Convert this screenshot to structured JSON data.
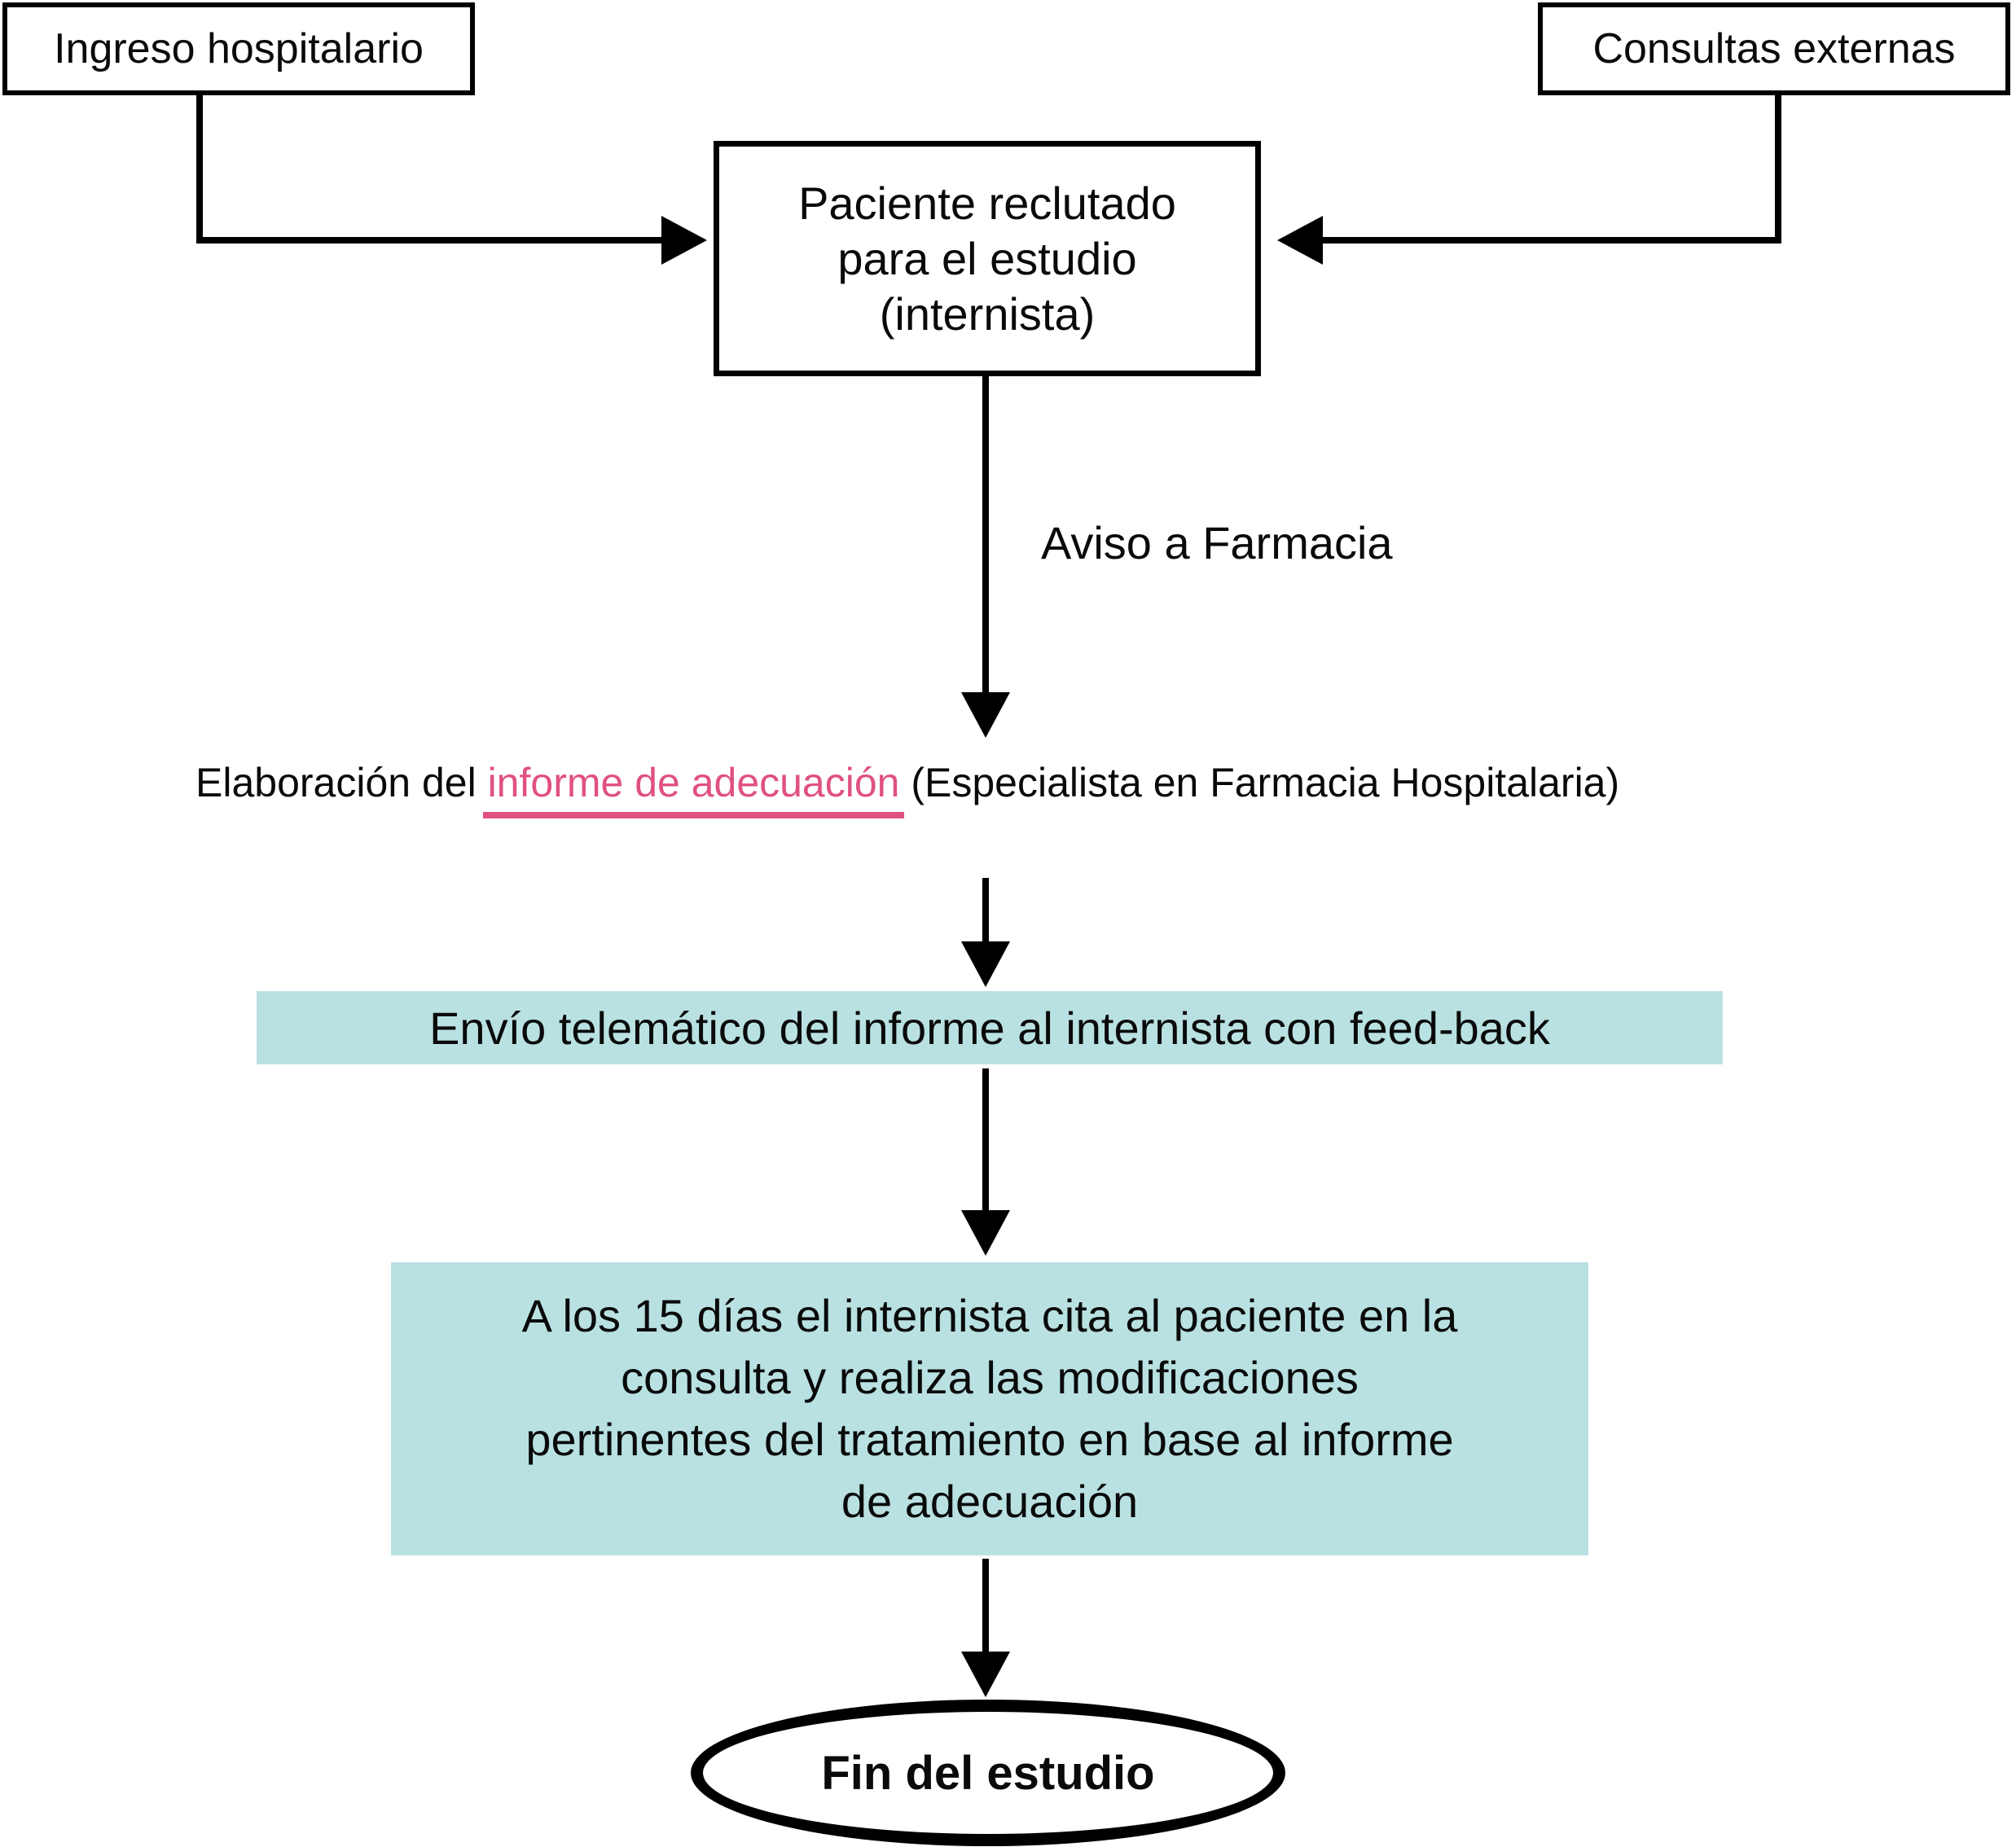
{
  "diagram": {
    "background": "#ffffff",
    "colors": {
      "teal_fill": "#b9e1e2",
      "pink_link": "#e0517f",
      "line": "#000000"
    },
    "nodes": {
      "ingreso": {
        "label": "Ingreso hospitalario"
      },
      "consultas": {
        "label": "Consultas externas"
      },
      "paciente": {
        "lines": [
          "Paciente reclutado",
          "para el estudio",
          "(internista)"
        ]
      },
      "aviso": {
        "label": "Aviso a Farmacia"
      },
      "elaboracion": {
        "prefix": "Elaboración del ",
        "highlight": "informe de adecuación",
        "suffix": " (Especialista en Farmacia Hospitalaria)"
      },
      "envio": {
        "label": "Envío telemático del informe al internista con feed-back"
      },
      "cita": {
        "lines": [
          "A los 15 días el internista cita al paciente en la",
          "consulta y realiza las modificaciones",
          "pertinentes del tratamiento en base al informe",
          "de adecuación"
        ]
      },
      "fin": {
        "label": "Fin del estudio"
      }
    }
  }
}
